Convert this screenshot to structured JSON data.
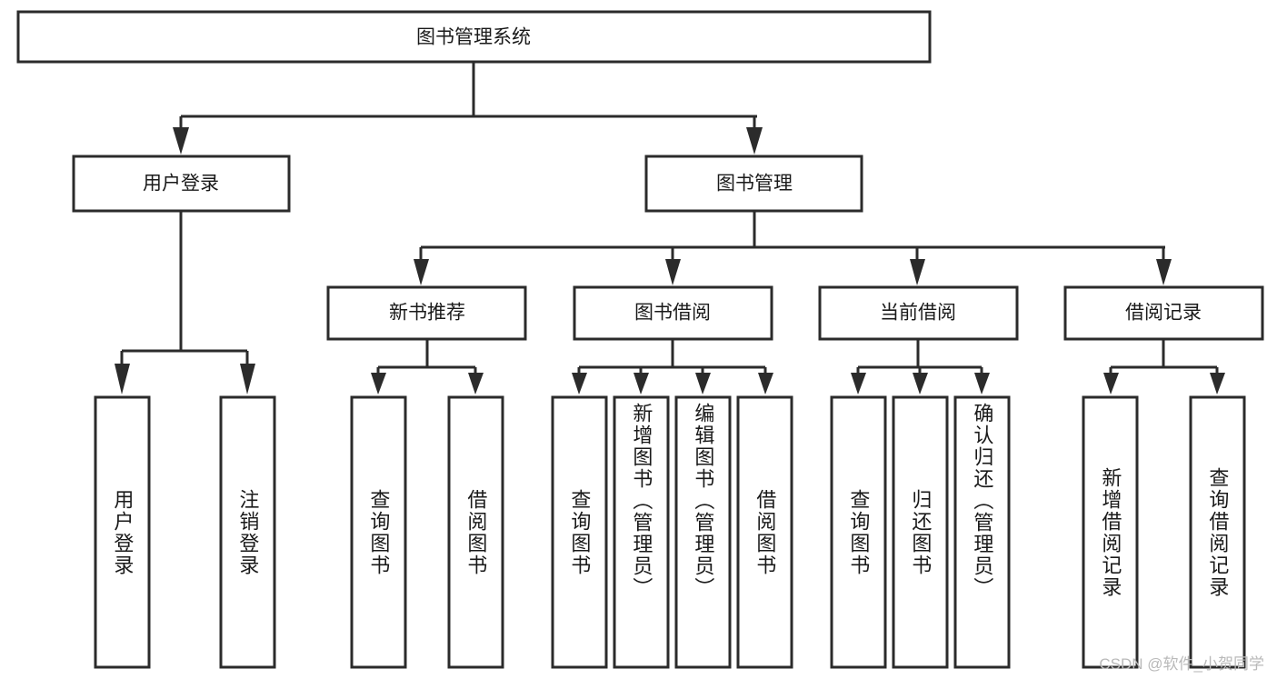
{
  "diagram": {
    "type": "tree-hierarchy",
    "title": "图书管理系统",
    "levels": {
      "root": {
        "label": "图书管理系统"
      },
      "level2": [
        {
          "label": "用户登录"
        },
        {
          "label": "图书管理"
        }
      ],
      "level3": [
        {
          "label": "新书推荐"
        },
        {
          "label": "图书借阅"
        },
        {
          "label": "当前借阅"
        },
        {
          "label": "借阅记录"
        }
      ],
      "leaves": [
        {
          "label": "用户登录",
          "parent": "用户登录"
        },
        {
          "label": "注销登录",
          "parent": "用户登录"
        },
        {
          "label": "查询图书",
          "parent": "新书推荐"
        },
        {
          "label": "借阅图书",
          "parent": "新书推荐"
        },
        {
          "label": "查询图书",
          "parent": "图书借阅"
        },
        {
          "label": "新增图书（管理员）",
          "parent": "图书借阅"
        },
        {
          "label": "编辑图书（管理员）",
          "parent": "图书借阅"
        },
        {
          "label": "借阅图书",
          "parent": "图书借阅"
        },
        {
          "label": "查询图书",
          "parent": "当前借阅"
        },
        {
          "label": "归还图书",
          "parent": "当前借阅"
        },
        {
          "label": "确认归还（管理员）",
          "parent": "当前借阅"
        },
        {
          "label": "新增借阅记录",
          "parent": "借阅记录"
        },
        {
          "label": "查询借阅记录",
          "parent": "借阅记录"
        }
      ]
    },
    "colors": {
      "stroke": "#2b2b2b",
      "fill": "#ffffff",
      "text": "#1a1a1a",
      "watermark": "#b9b9b9"
    }
  },
  "watermark": {
    "text": "CSDN @软件_小贺同学"
  }
}
